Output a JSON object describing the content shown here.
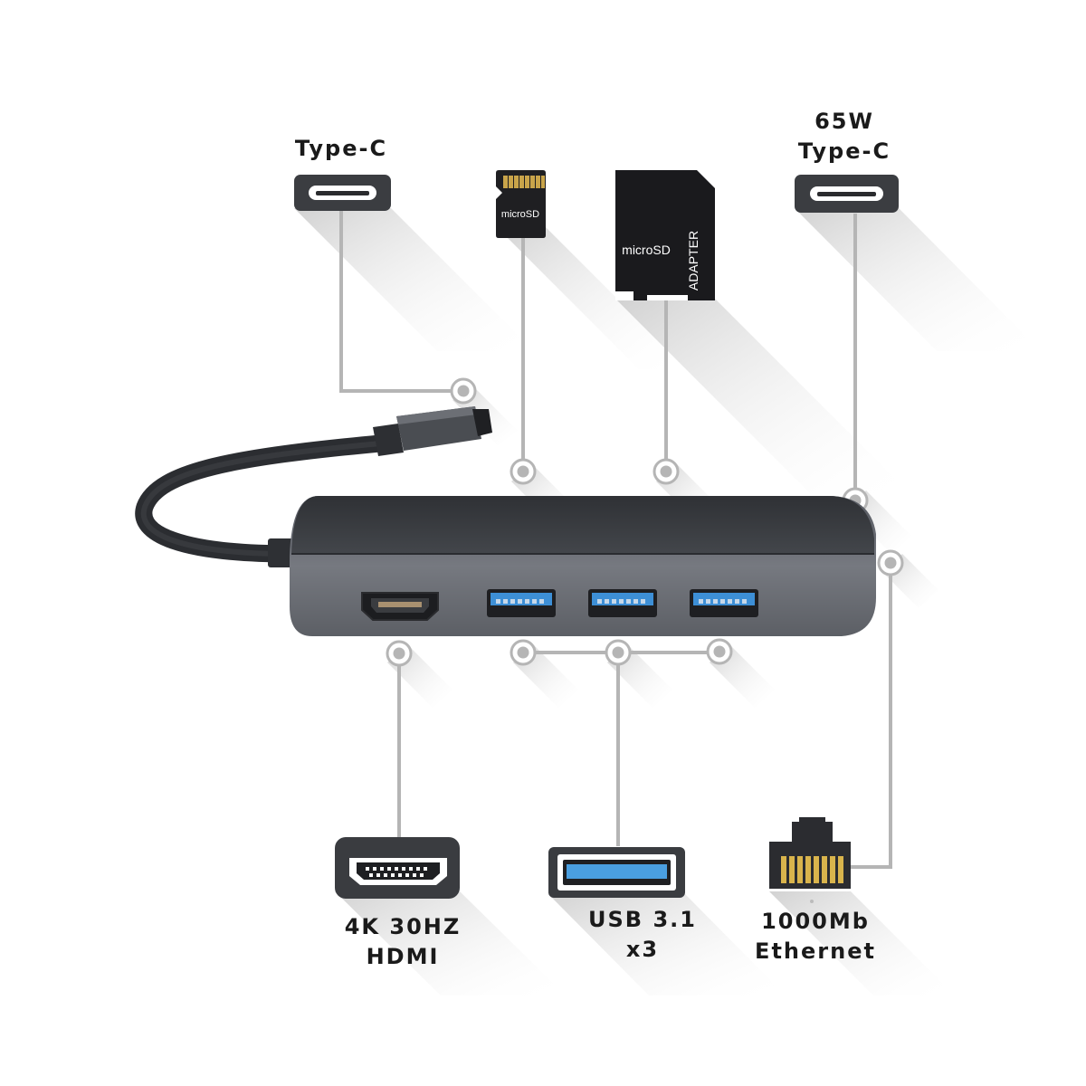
{
  "labels": {
    "typec_left": "Type-C",
    "typec_right_line1": "65W",
    "typec_right_line2": "Type-C",
    "hdmi_line1": "4K 30HZ",
    "hdmi_line2": "HDMI",
    "usb_line1": "USB 3.1",
    "usb_line2": "x3",
    "ethernet_line1": "1000Mb",
    "ethernet_line2": "Ethernet"
  },
  "cards": {
    "microsd_card_text": "microSD",
    "adapter_text": "microSD",
    "adapter_side_text": "ADAPTER"
  },
  "colors": {
    "hub_body": "#3e4045",
    "hub_front": "#6b6e74",
    "port_blue": "#4a9fe0",
    "connector_line": "#b5b5b5",
    "shadow": "#d8d8d8",
    "label_text": "#1a1a1a"
  }
}
